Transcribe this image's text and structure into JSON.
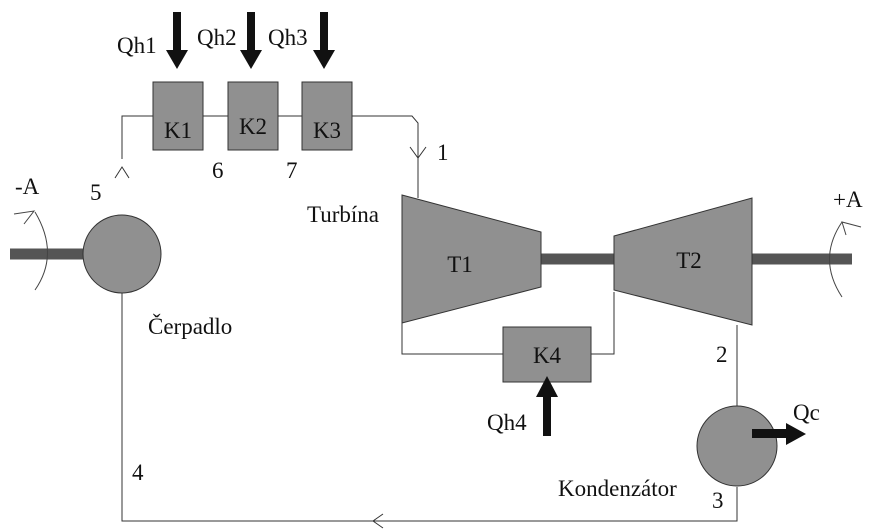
{
  "heaters": {
    "k1": "K1",
    "k2": "K2",
    "k3": "K3",
    "k4": "K4"
  },
  "heat_inputs": {
    "qh1": "Qh1",
    "qh2": "Qh2",
    "qh3": "Qh3",
    "qh4": "Qh4",
    "qc": "Qc"
  },
  "turbines": {
    "t1": "T1",
    "t2": "T2"
  },
  "components": {
    "turbine": "Turbína",
    "pump": "Čerpadlo",
    "condenser": "Kondenzátor"
  },
  "work": {
    "minus": "-A",
    "plus": "+A"
  },
  "states": {
    "s1": "1",
    "s2": "2",
    "s3": "3",
    "s4": "4",
    "s5": "5",
    "s6": "6",
    "s7": "7"
  },
  "colors": {
    "component_fill": "#909090",
    "shaft": "#555555",
    "arrows": "#111111"
  }
}
